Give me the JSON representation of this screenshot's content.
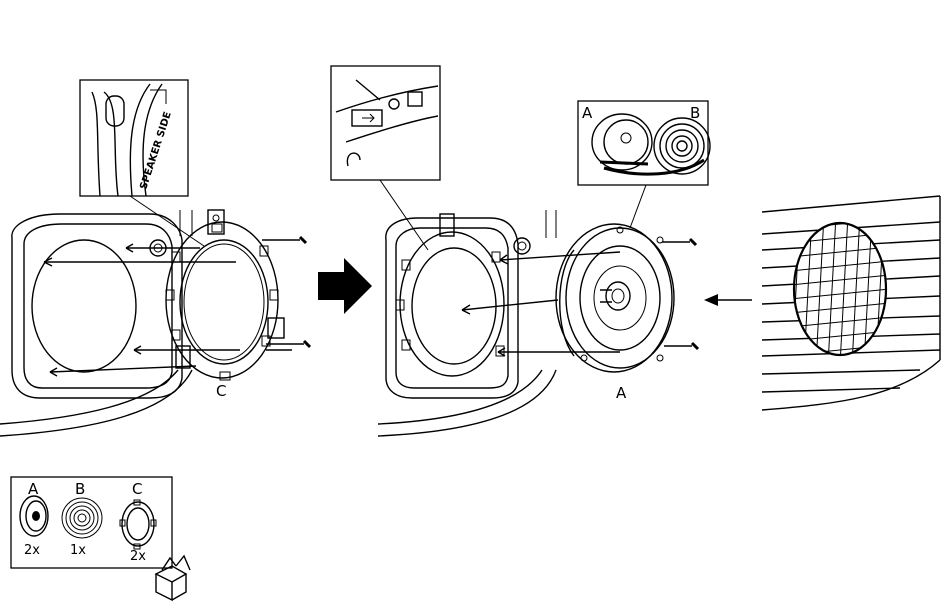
{
  "detail_left": {
    "label": "SPEAKER SIDE"
  },
  "step2": {
    "callout_a": "A",
    "callout_b": "B",
    "speaker_label": "A"
  },
  "step1": {
    "bracket_label": "C"
  },
  "parts_box": {
    "items": [
      {
        "letter": "A",
        "qty": "2x"
      },
      {
        "letter": "B",
        "qty": "1x"
      },
      {
        "letter": "C",
        "qty": "2x"
      }
    ]
  },
  "colors": {
    "ink": "#000000",
    "paper": "#ffffff"
  }
}
